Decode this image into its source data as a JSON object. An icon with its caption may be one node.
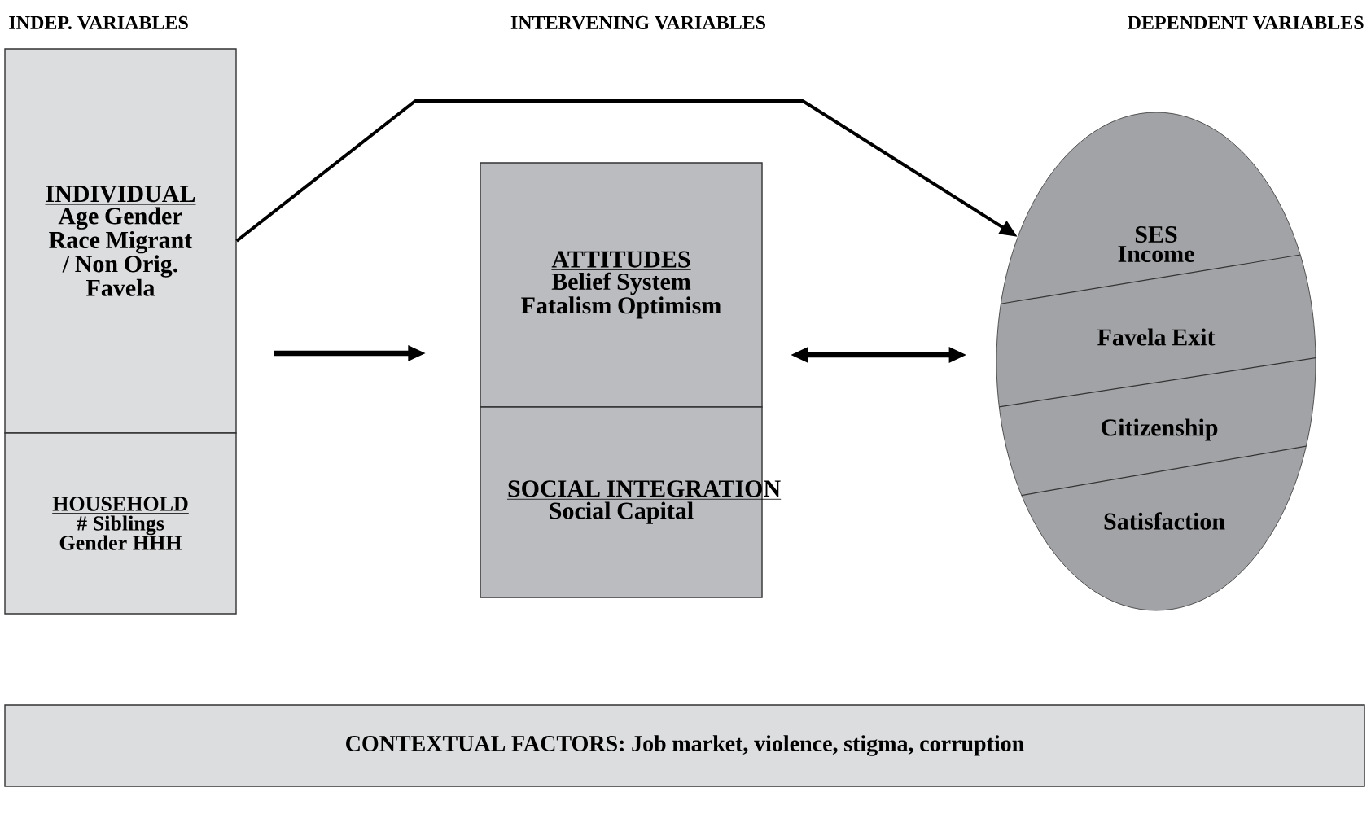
{
  "diagram": {
    "nodes": [
      {
        "text": [
          "INDIVIDUAL",
          "Age Gender Race Migrant / Non Orig. Favela"
        ]
      },
      {
        "text": [
          "HOUSEHOLD",
          "# Siblings Gender HHH"
        ]
      },
      {
        "text": [
          "ATTITUDES",
          "Belief System Fatalism Optimism"
        ]
      },
      {
        "text": [
          "SOCIAL INTEGRATION",
          "Social Capital"
        ]
      },
      {
        "text": [],
        "shape": "ellipse"
      },
      {
        "text": [
          "SES",
          "Income"
        ],
        "in": 4
      },
      {
        "text": [
          "Favela Exit"
        ],
        "in": 4
      },
      {
        "text": [
          "Citizenship"
        ],
        "in": 4
      },
      {
        "text": [
          "Satisfaction"
        ],
        "in": 4
      },
      {
        "text": [
          "CONTEXTUAL FACTORS: Job market, violence, stigma, corruption"
        ]
      }
    ],
    "edges": [
      {
        "from": 0,
        "to": 4,
        "arrow": "to"
      },
      {
        "from": 0,
        "to": 2,
        "arrow": "to"
      },
      {
        "from": 2,
        "to": 4,
        "arrow": "both"
      }
    ],
    "labels": [
      "INDEP. VARIABLES",
      "INTERVENING VARIABLES",
      "DEPENDENT VARIABLES"
    ]
  }
}
